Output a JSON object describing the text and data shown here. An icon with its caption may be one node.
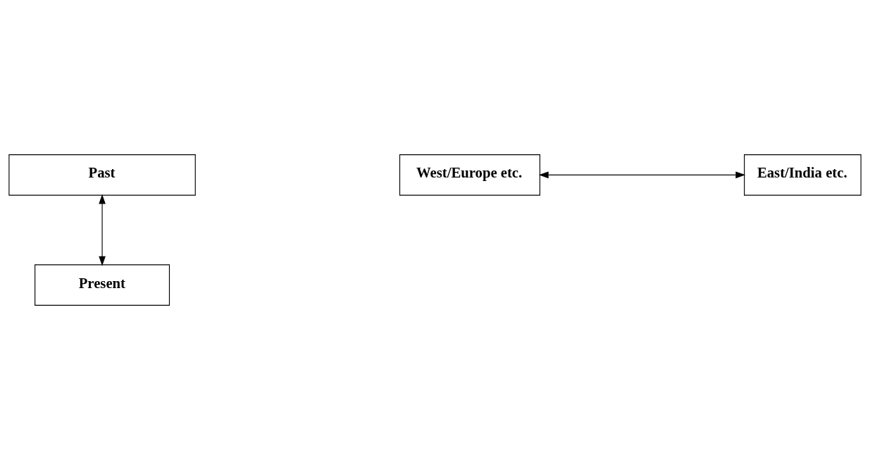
{
  "diagram": {
    "nodes": [
      {
        "text": [
          "Present"
        ]
      },
      {
        "text": [
          "West/Europe etc."
        ]
      },
      {
        "text": [
          "East/India etc."
        ]
      },
      {
        "text": [
          "Past"
        ]
      }
    ],
    "edges": [
      {
        "from": 3,
        "to": 0,
        "arrow": "both"
      },
      {
        "from": 1,
        "to": 2,
        "arrow": "both"
      }
    ]
  }
}
